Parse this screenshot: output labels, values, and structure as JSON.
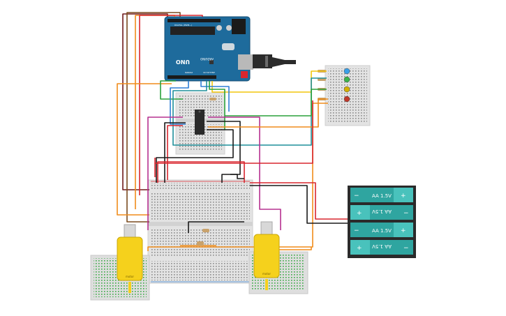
{
  "arduino": {
    "model_text": "UNO",
    "brand_text": "ARDUINO",
    "digital_header_text": "DIGITAL (PWM~)",
    "power_header_text": "POWER",
    "analog_header_text": "ANALOG IN"
  },
  "battery_pack": {
    "cells": [
      {
        "label": "AA 1.5V",
        "orientation": "normal"
      },
      {
        "label": "AA 1.5V",
        "orientation": "flipped"
      },
      {
        "label": "AA 1.5V",
        "orientation": "normal"
      },
      {
        "label": "AA 1.5V",
        "orientation": "flipped"
      }
    ],
    "minus_symbol": "−",
    "plus_symbol": "+"
  },
  "motors": [
    {
      "label": "motor"
    },
    {
      "label": "motor"
    }
  ],
  "led_colors": [
    "#3aa0e8",
    "#ffffff",
    "#3cb44b",
    "#d4b000",
    "#c0392b"
  ],
  "wire_colors": {
    "red": "#d9262e",
    "black": "#1a1a1a",
    "orange": "#f08c1a",
    "green": "#2aa13a",
    "blue": "#2f7fd6",
    "yellow": "#f2c60c",
    "magenta": "#b5308f",
    "brown": "#7a4a1e",
    "darkred": "#6e1a1a",
    "teal": "#1f8f9a"
  }
}
